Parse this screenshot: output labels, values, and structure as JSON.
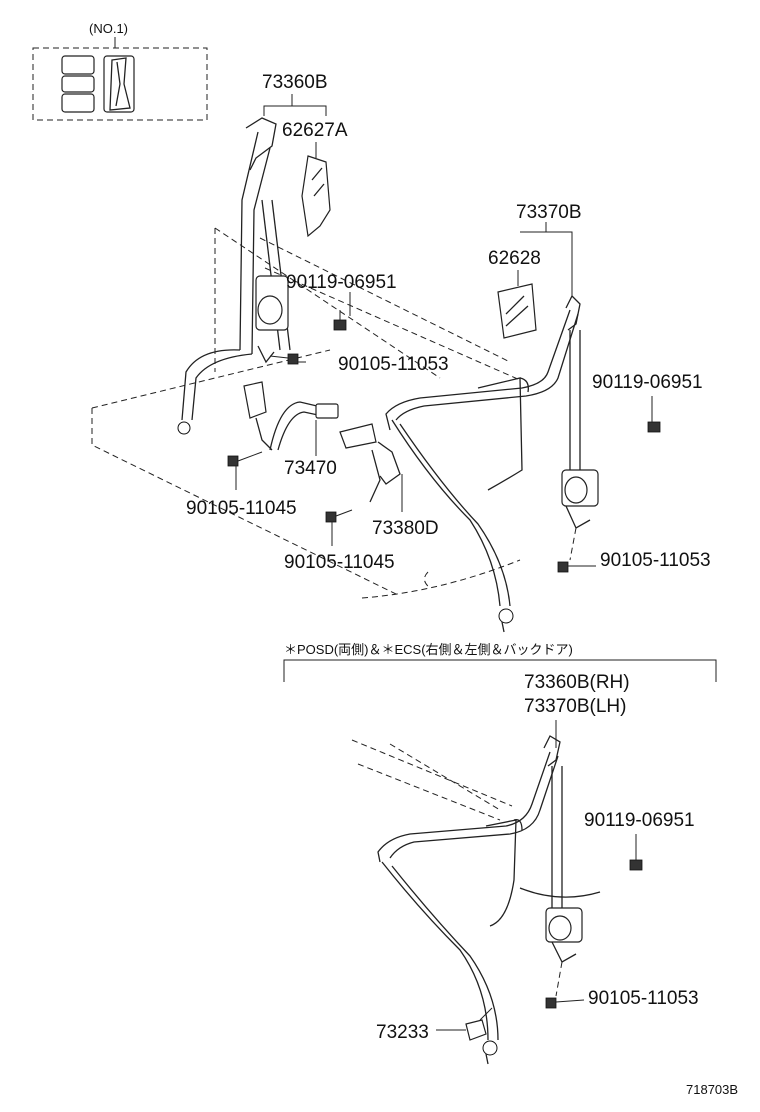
{
  "inset": {
    "label": "(NO.1)"
  },
  "labels": {
    "p73360B": "73360B",
    "p62627A": "62627A",
    "p90119_a": "90119-06951",
    "p90105_11053_a": "90105-11053",
    "p73370B": "73370B",
    "p62628": "62628",
    "p90119_b": "90119-06951",
    "p73470": "73470",
    "p90105_11045_a": "90105-11045",
    "p73380D": "73380D",
    "p90105_11045_b": "90105-11045",
    "p90105_11053_b": "90105-11053",
    "p73360B_RH": "73360B(RH)",
    "p73370B_LH": "73370B(LH)",
    "p90119_c": "90119-06951",
    "p90105_11053_c": "90105-11053",
    "p73233": "73233"
  },
  "variant_note": "＊POSD(両側)＆＊ECS(右側＆左側＆バックドア)",
  "diagram_id": "718703B"
}
